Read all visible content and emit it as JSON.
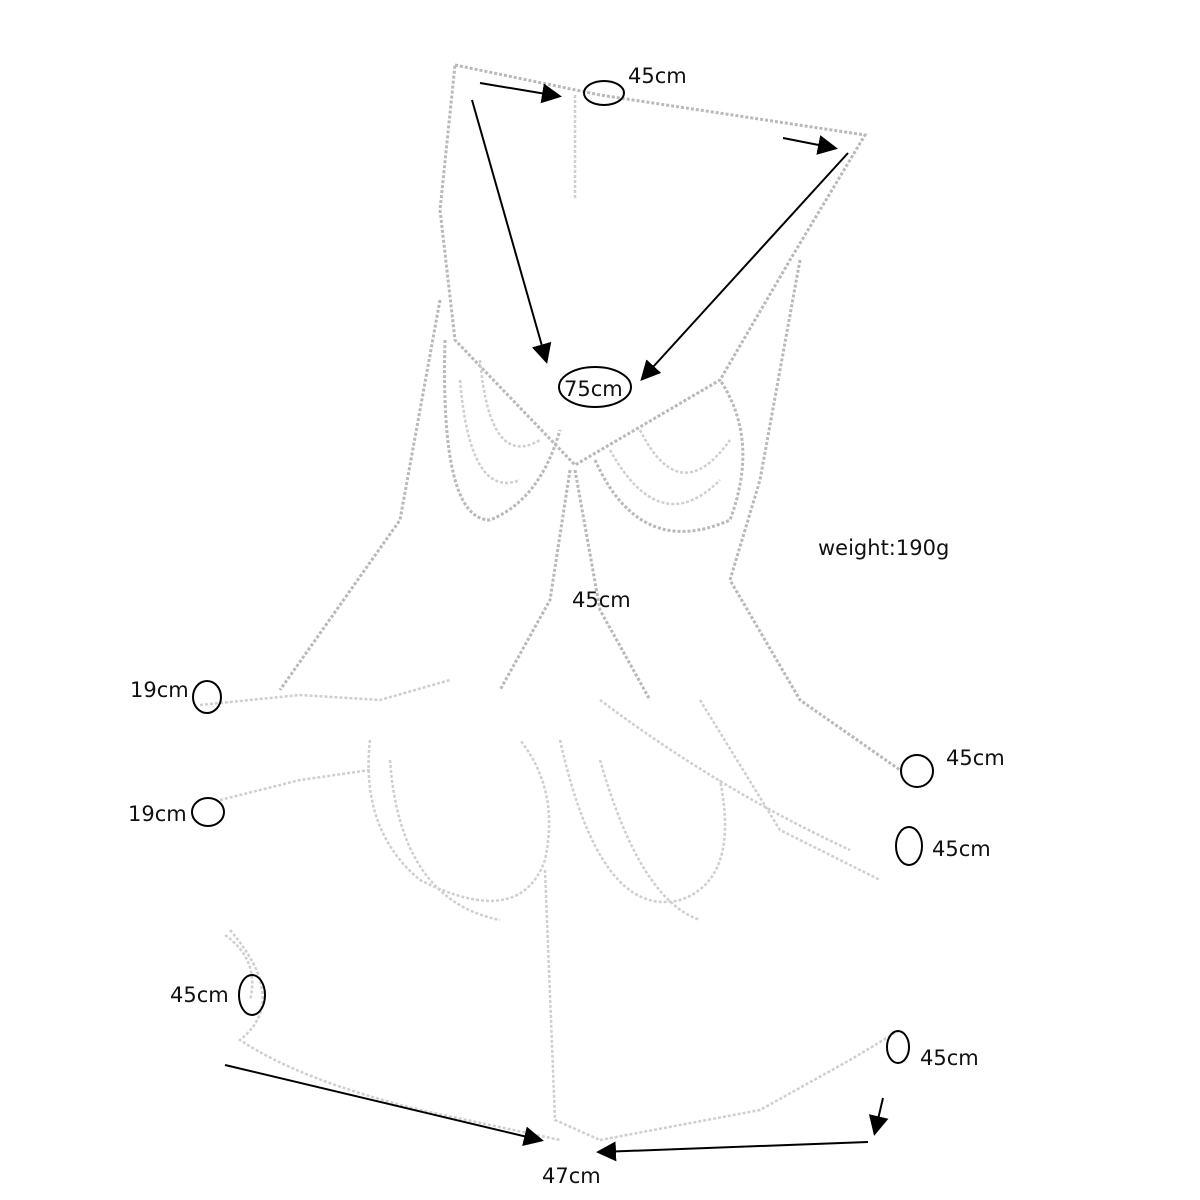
{
  "weight": "weight:190g",
  "measurements": {
    "neck_chain": "45cm",
    "halter_length": "75cm",
    "center_chain": "45cm",
    "left_arm_upper": "19cm",
    "left_arm_lower": "19cm",
    "right_upper": "45cm",
    "right_lower": "45cm",
    "left_leg": "45cm",
    "right_leg": "45cm",
    "bottom_span": "47cm"
  }
}
